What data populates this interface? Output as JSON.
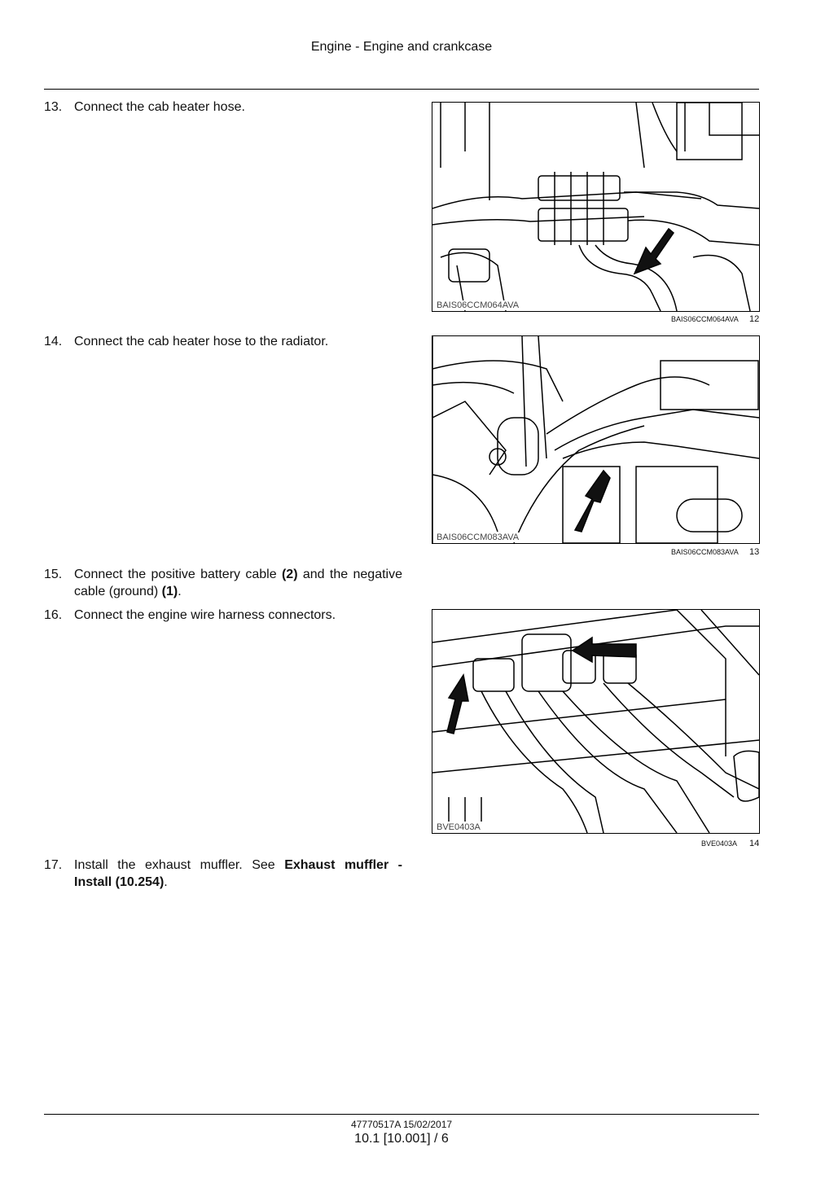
{
  "header": {
    "title": "Engine - Engine and crankcase"
  },
  "steps": [
    {
      "num": "13.",
      "text": "Connect the cab heater hose."
    },
    {
      "num": "14.",
      "text": "Connect the cab heater hose to the radiator."
    },
    {
      "num": "15.",
      "text_a": "Connect the positive battery cable ",
      "bold_a": "(2)",
      "text_b": " and the negative cable (ground) ",
      "bold_b": "(1)",
      "text_c": "."
    },
    {
      "num": "16.",
      "text": "Connect the engine wire harness connectors."
    },
    {
      "num": "17.",
      "text_a": "Install the exhaust muffler.  See ",
      "link": "Exhaust muffler - Install (10.254)",
      "text_b": "."
    }
  ],
  "figures": [
    {
      "code_inside": "BAIS06CCM064AVA",
      "caption_code": "BAIS06CCM064AVA",
      "number": "12"
    },
    {
      "code_inside": "BAIS06CCM083AVA",
      "caption_code": "BAIS06CCM083AVA",
      "number": "13"
    },
    {
      "code_inside": "BVE0403A",
      "caption_code": "BVE0403A",
      "number": "14"
    }
  ],
  "footer": {
    "doc_ref": "47770517A 15/02/2017",
    "page": "10.1 [10.001] / 6"
  }
}
